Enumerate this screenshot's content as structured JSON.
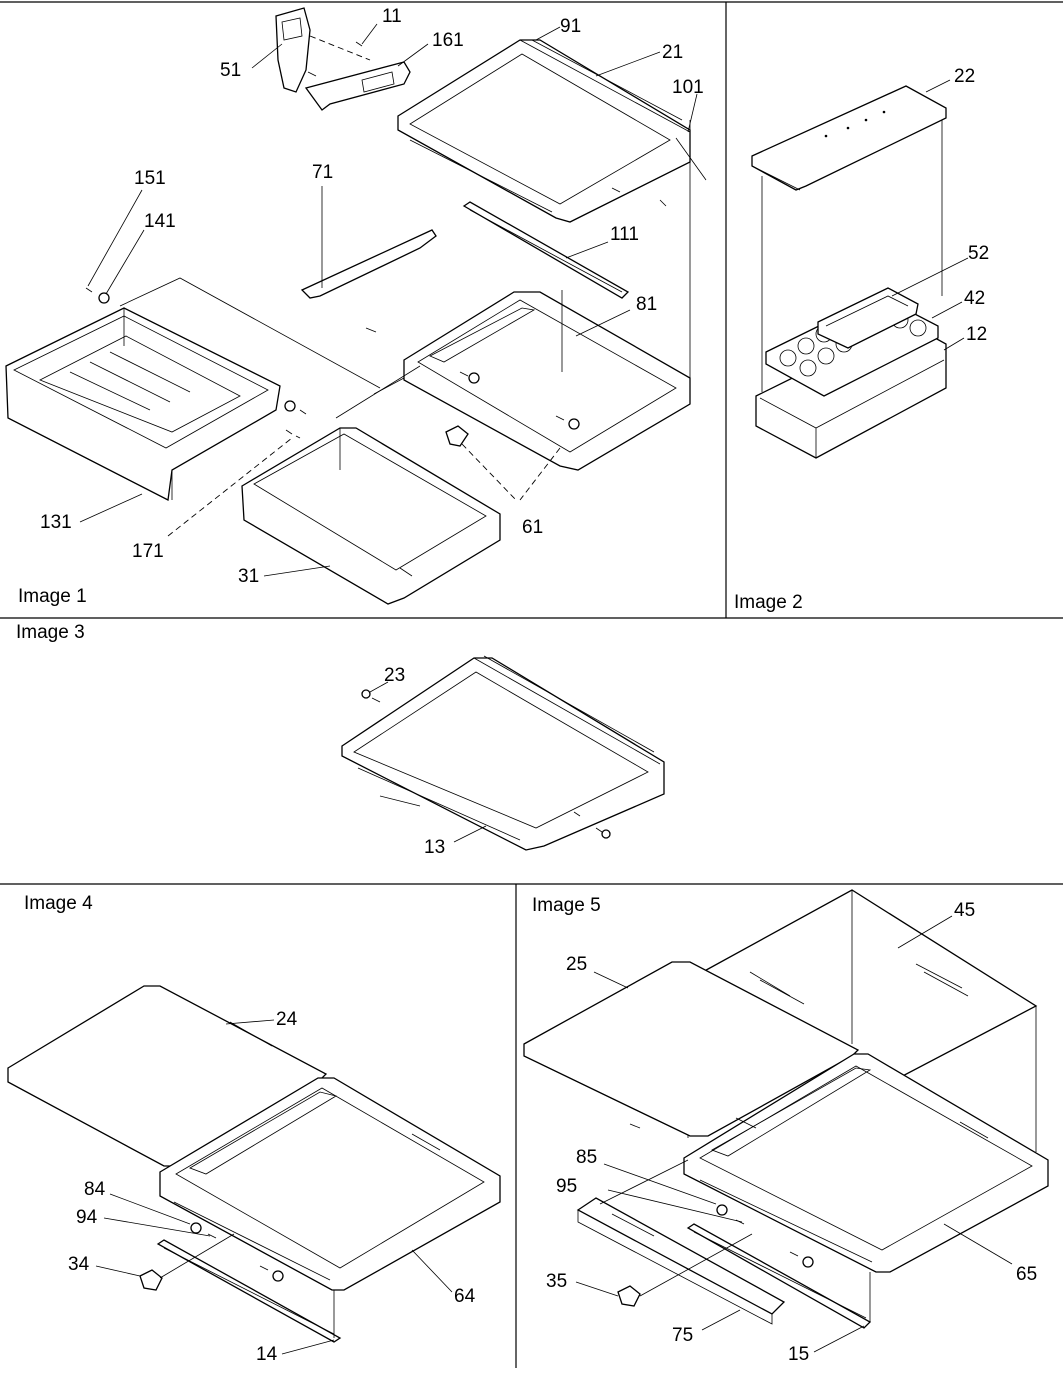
{
  "panels": [
    {
      "title": "Image 1"
    },
    {
      "title": "Image 2"
    },
    {
      "title": "Image 3"
    },
    {
      "title": "Image 4"
    },
    {
      "title": "Image 5"
    }
  ],
  "callouts": {
    "p1": [
      "11",
      "161",
      "51",
      "91",
      "21",
      "101",
      "71",
      "111",
      "81",
      "151",
      "141",
      "131",
      "171",
      "31",
      "61"
    ],
    "p2": [
      "22",
      "52",
      "42",
      "12"
    ],
    "p3": [
      "23",
      "13"
    ],
    "p4": [
      "24",
      "84",
      "94",
      "34",
      "14",
      "64"
    ],
    "p5": [
      "45",
      "25",
      "85",
      "95",
      "35",
      "75",
      "15",
      "65"
    ]
  }
}
